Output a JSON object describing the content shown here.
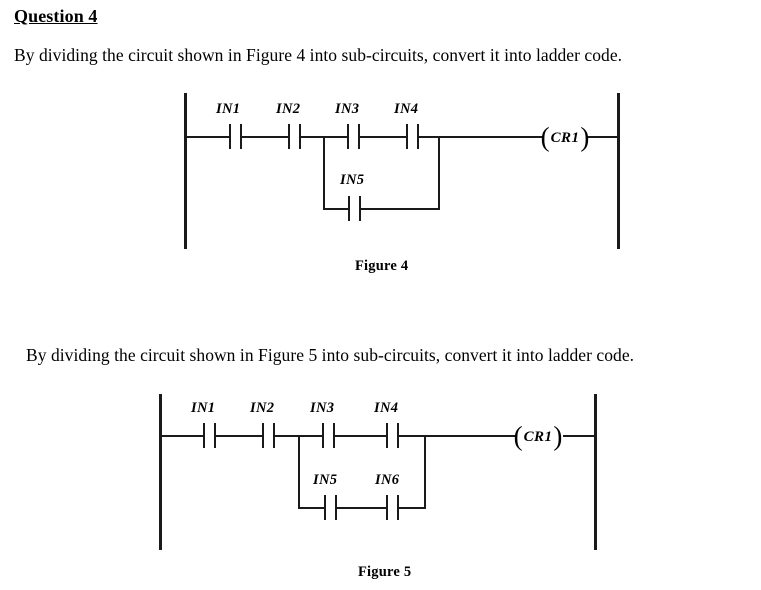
{
  "document": {
    "question_title": "Question 4",
    "paragraphs": [
      "By dividing the circuit shown in Figure 4 into sub-circuits, convert it into ladder code.",
      "By dividing the circuit shown in Figure 5 into sub-circuits, convert it into ladder code."
    ]
  },
  "figures": [
    {
      "caption": "Figure 4",
      "coil": {
        "open_paren": "(",
        "name": "CR1",
        "close_paren": ")"
      },
      "series_contacts": [
        {
          "label": "IN1"
        },
        {
          "label": "IN2"
        }
      ],
      "parallel_block": {
        "top_branch": [
          {
            "label": "IN3"
          },
          {
            "label": "IN4"
          }
        ],
        "bottom_branch": [
          {
            "label": "IN5"
          }
        ]
      },
      "logic": "IN1 AND IN2 AND ((IN3 AND IN4) OR IN5) -> CR1"
    },
    {
      "caption": "Figure 5",
      "coil": {
        "open_paren": "(",
        "name": "CR1",
        "close_paren": ")"
      },
      "series_contacts": [
        {
          "label": "IN1"
        },
        {
          "label": "IN2"
        }
      ],
      "parallel_block": {
        "top_branch": [
          {
            "label": "IN3"
          },
          {
            "label": "IN4"
          }
        ],
        "bottom_branch": [
          {
            "label": "IN5"
          },
          {
            "label": "IN6"
          }
        ]
      },
      "logic": "IN1 AND IN2 AND ((IN3 AND IN4) OR (IN5 AND IN6)) -> CR1"
    }
  ],
  "colors": {
    "background": "#ffffff",
    "ink": "#1a1a1a",
    "text": "#000000"
  }
}
